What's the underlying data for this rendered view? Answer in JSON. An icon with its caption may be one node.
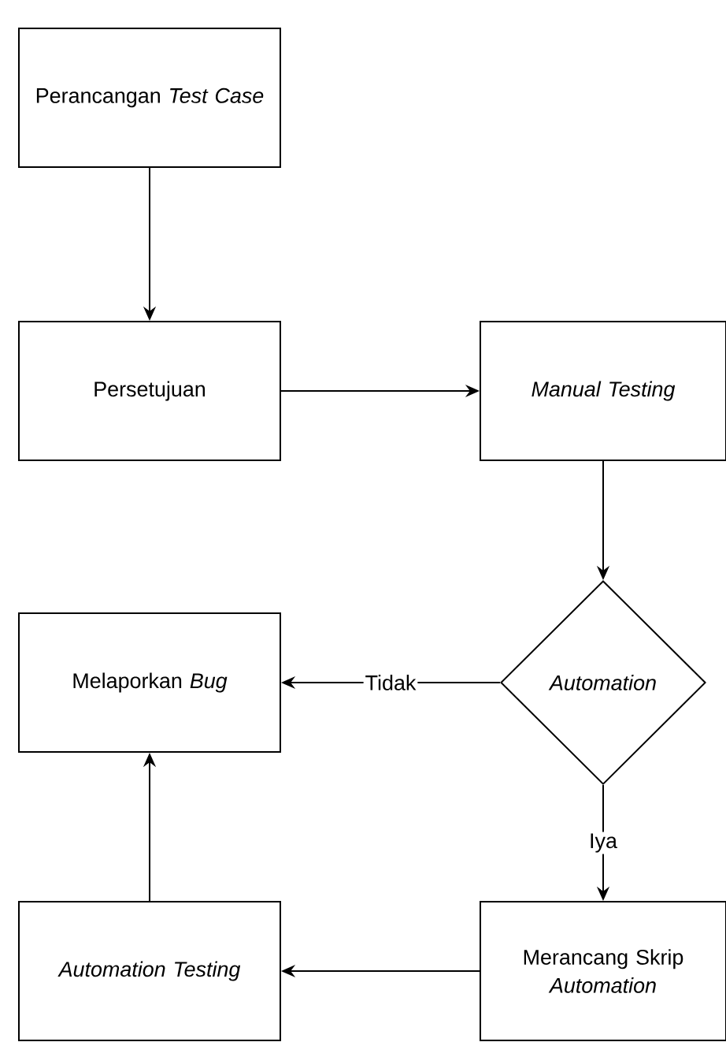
{
  "diagram": {
    "nodes": [
      {
        "text": [
          "Perancangan *Test Case*"
        ]
      },
      {
        "text": [
          "Persetujuan"
        ]
      },
      {
        "text": [
          "*Manual Testing*"
        ]
      },
      {
        "text": [
          "*Automation*"
        ]
      },
      {
        "text": [
          "Melaporkan *Bug*"
        ]
      },
      {
        "text": [
          "*Automation Testing*"
        ]
      },
      {
        "text": [
          "Merancang Skrip *Automation*"
        ]
      }
    ],
    "edges": [
      {
        "from": 0,
        "to": 1,
        "arrow": "to"
      },
      {
        "from": 1,
        "to": 2,
        "arrow": "to"
      },
      {
        "from": 2,
        "to": 3,
        "arrow": "to"
      },
      {
        "from": 3,
        "to": 4,
        "arrow": "to",
        "label": "Tidak"
      },
      {
        "from": 3,
        "to": 6,
        "arrow": "to",
        "label": "Iya"
      },
      {
        "from": 6,
        "to": 5,
        "arrow": "to"
      },
      {
        "from": 5,
        "to": 4,
        "arrow": "to"
      }
    ]
  }
}
